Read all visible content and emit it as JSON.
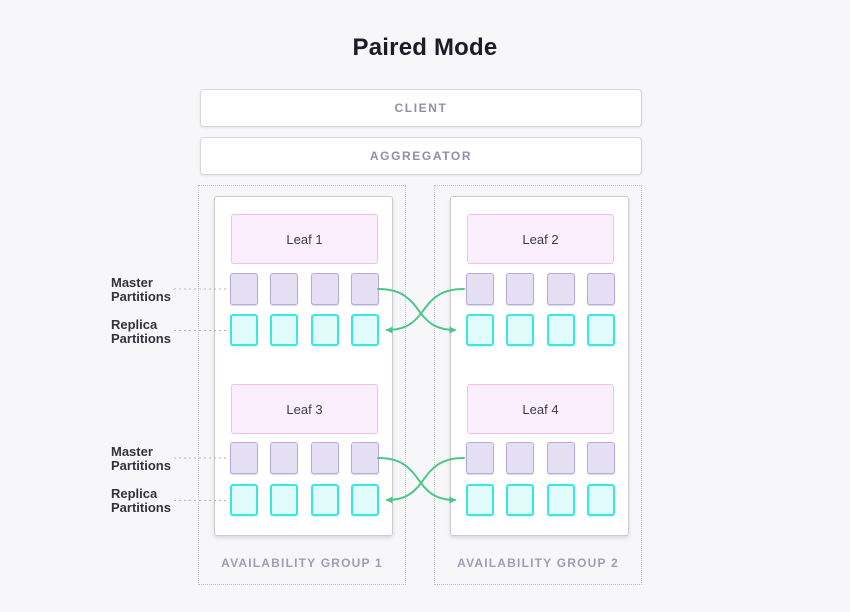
{
  "title": "Paired Mode",
  "client": {
    "label": "CLIENT"
  },
  "aggregator": {
    "label": "AGGREGATOR"
  },
  "groups": [
    {
      "name": "AVAILABILITY GROUP 1",
      "leaves": [
        {
          "label": "Leaf 1"
        },
        {
          "label": "Leaf 3"
        }
      ]
    },
    {
      "name": "AVAILABILITY GROUP 2",
      "leaves": [
        {
          "label": "Leaf 2"
        },
        {
          "label": "Leaf 4"
        }
      ]
    }
  ],
  "side_labels": [
    {
      "line1": "Master",
      "line2": "Partitions"
    },
    {
      "line1": "Replica",
      "line2": "Partitions"
    },
    {
      "line1": "Master",
      "line2": "Partitions"
    },
    {
      "line1": "Replica",
      "line2": "Partitions"
    }
  ],
  "partitions_per_row": 4,
  "replication_arrows": [
    {
      "from": "Group 1 master partitions",
      "to": "Group 2 replica partitions"
    },
    {
      "from": "Group 2 master partitions",
      "to": "Group 1 replica partitions"
    }
  ],
  "colors": {
    "background": "#f7f7f9",
    "arrow_green": "#4cc787",
    "master_fill": "#e4dff3",
    "master_border": "#b6abdc",
    "replica_fill": "#e1fbfb",
    "replica_border": "#38e8e3",
    "leaf_fill": "#fbeffd",
    "leaf_border": "#f4bdf0",
    "tier_text": "#8f8fa7",
    "group_text": "#9e9eb3"
  }
}
